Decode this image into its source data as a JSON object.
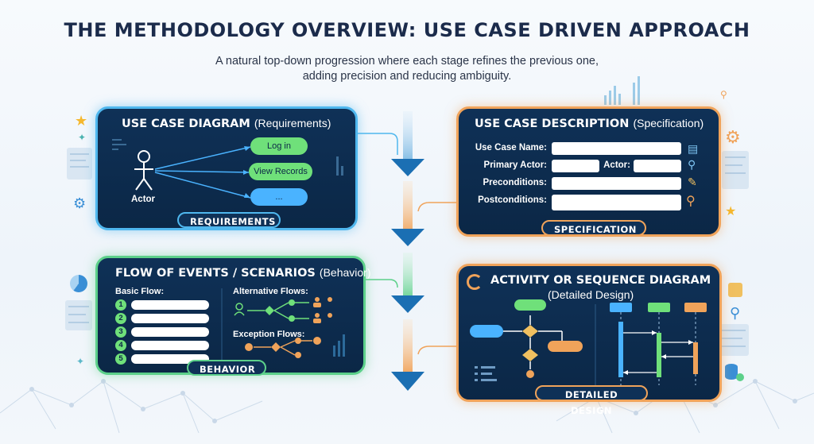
{
  "header": {
    "title": "THE METHODOLOGY OVERVIEW: USE CASE DRIVEN APPROACH",
    "subtitle": "A natural top-down progression where each stage refines the previous one, adding precision and reducing ambiguity."
  },
  "requirements": {
    "title": "USE CASE DIAGRAM",
    "title_sub": "(Requirements)",
    "actor": "Actor",
    "use_cases": [
      "Log in",
      "View Records",
      "..."
    ],
    "badge": "REQUIREMENTS",
    "color": "#4fb7ee"
  },
  "specification": {
    "title": "USE CASE DESCRIPTION",
    "title_sub": "(Specification)",
    "labels": {
      "name": "Use Case Name:",
      "primary_actor": "Primary Actor:",
      "actor": "Actor:",
      "preconditions": "Preconditions:",
      "postconditions": "Postconditions:"
    },
    "badge": "SPECIFICATION",
    "color": "#f0a35a"
  },
  "behavior": {
    "title": "FLOW OF EVENTS / SCENARIOS",
    "title_sub": "(Behavior)",
    "basic_flow": "Basic Flow:",
    "steps": [
      "1",
      "2",
      "3",
      "4",
      "5"
    ],
    "alternative_flows": "Alternative Flows:",
    "exception_flows": "Exception Flows:",
    "badge": "BEHAVIOR",
    "color": "#5cd08a"
  },
  "design": {
    "title": "ACTIVITY OR SEQUENCE DIAGRAM",
    "title_sub": "(Detailed Design)",
    "badge": "DETAILED DESIGN",
    "color": "#f0a35a"
  }
}
